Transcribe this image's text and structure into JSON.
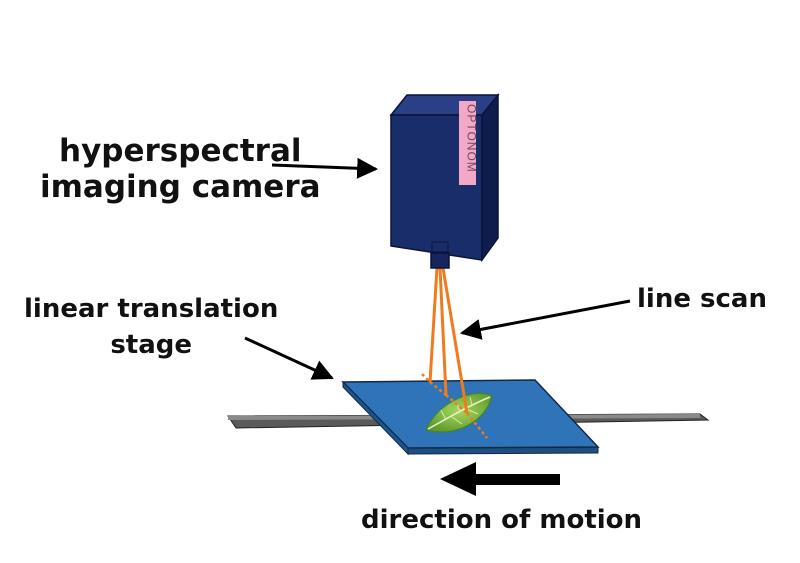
{
  "labels": {
    "camera_line1": "hyperspectral",
    "camera_line2": "imaging camera",
    "stage_line1": "linear translation",
    "stage_line2": "stage",
    "line_scan": "line scan",
    "direction": "direction of motion"
  },
  "camera": {
    "brand": "OPTONOM",
    "body_color": "#1a2d6b",
    "side_color": "#0f1d4d",
    "top_color": "#2a3f86",
    "brand_bg": "#f4a8c8"
  },
  "colors": {
    "stage_plate": "#2f74b8",
    "rail": "#6b6b6b",
    "scan_beam": "#f07b1e",
    "leaf": "#7ab33a",
    "arrow": "#000000"
  },
  "icons": {
    "leaf": "leaf-icon",
    "motion_arrow": "arrow-left-icon"
  }
}
